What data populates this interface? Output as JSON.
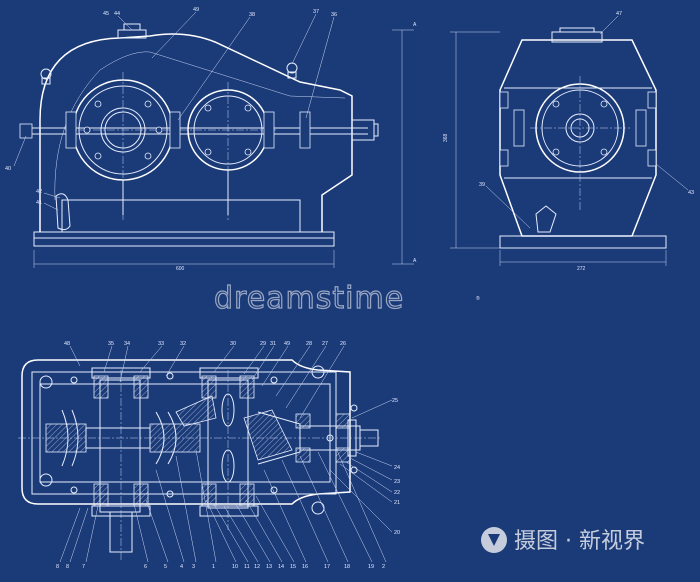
{
  "front_view": {
    "labels": [
      "45",
      "44",
      "49",
      "38",
      "37",
      "36",
      "40",
      "42",
      "41"
    ],
    "width_dim": "600"
  },
  "side_view": {
    "labels": [
      "47",
      "39",
      "43"
    ],
    "width_dim": "272",
    "height_dim": "368",
    "section_mark": "A"
  },
  "plan_view": {
    "top_labels": [
      "48",
      "35",
      "34",
      "33",
      "32",
      "30",
      "29",
      "31",
      "49",
      "28",
      "27",
      "26"
    ],
    "right_labels": [
      "25",
      "24",
      "23",
      "22",
      "21",
      "20"
    ],
    "bottom_labels": [
      "8",
      "8",
      "7",
      "6",
      "5",
      "4",
      "3",
      "1",
      "10",
      "11",
      "12",
      "13",
      "14",
      "15",
      "16",
      "17",
      "18",
      "19",
      "2"
    ]
  },
  "watermark": {
    "text": "dreamstime",
    "registered": "®",
    "stock_logo_text": "摄图 · 新视界"
  },
  "colors": {
    "background": "#1b3a78",
    "line": "#e6eeff"
  }
}
